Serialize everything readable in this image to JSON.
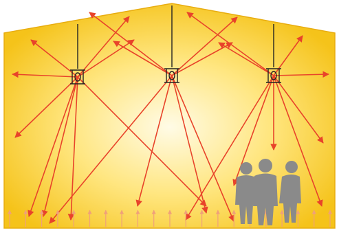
{
  "colors": {
    "background": "#ffffff",
    "hall_center": "#fffbe6",
    "hall_mid": "#ffe680",
    "hall_edge": "#f5c31a",
    "hall_outline": "#e8ad10",
    "ray": "#e8432a",
    "upward_arrow": "#f0a07a",
    "fixture": "#222222",
    "people": "#8a8a8a"
  },
  "icons": {
    "lamps": "high-bay-lamp-icon",
    "people": "people-group-icon",
    "rays": "light-ray-arrow",
    "floor": "upward-reflection-arrow"
  },
  "lamp_count": 3,
  "person_count": 3,
  "floor_arrow_count": 21
}
